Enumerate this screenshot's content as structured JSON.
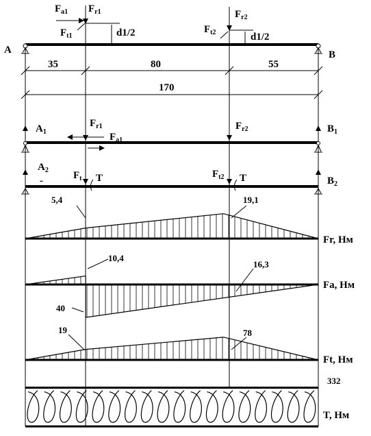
{
  "schema": {
    "point_a": "A",
    "point_b": "B",
    "support_a1": "A1",
    "support_b1": "B1",
    "support_a2": "A2",
    "support_b2": "B2",
    "minus_sign": "-",
    "force_fa1": "Fa1",
    "force_fr1": "Fr1",
    "force_ft1": "Ft1",
    "force_fr2": "Fr2",
    "force_ft2": "Ft2",
    "force_ft": "Ft",
    "torque_t": "T",
    "arm_d1_half": "d1/2",
    "dimensions": {
      "left": "35",
      "middle": "80",
      "right": "55",
      "total": "170"
    }
  },
  "diagrams": {
    "fr": {
      "axis_label": "Fr, Нм",
      "value_1": "5,4",
      "value_2": "19,1"
    },
    "fa": {
      "axis_label": "Fa, Нм",
      "value_top": "10,4",
      "value_bottom": "40",
      "value_right": "16,3"
    },
    "ft": {
      "axis_label": "Ft, Нм",
      "value_1": "19",
      "value_2": "78"
    },
    "t": {
      "axis_label": "T, Нм",
      "value": "332"
    }
  },
  "chart_data": [
    {
      "type": "area",
      "title": "Fr, Нм",
      "x": [
        0,
        35,
        115,
        170
      ],
      "values": [
        0,
        5.4,
        19.1,
        0
      ],
      "annotations": [
        "5,4",
        "19,1"
      ]
    },
    {
      "type": "area",
      "title": "Fa, Нм",
      "x": [
        0,
        35,
        35,
        170
      ],
      "values": [
        0,
        10.4,
        -40,
        0
      ],
      "annotations": [
        "10,4",
        "40",
        "16,3"
      ]
    },
    {
      "type": "area",
      "title": "Ft, Нм",
      "x": [
        0,
        35,
        115,
        170
      ],
      "values": [
        0,
        19,
        78,
        0
      ],
      "annotations": [
        "19",
        "78"
      ]
    },
    {
      "type": "area",
      "title": "T, Нм",
      "x": [
        0,
        170
      ],
      "values": [
        332,
        332
      ],
      "annotations": [
        "332"
      ]
    }
  ]
}
